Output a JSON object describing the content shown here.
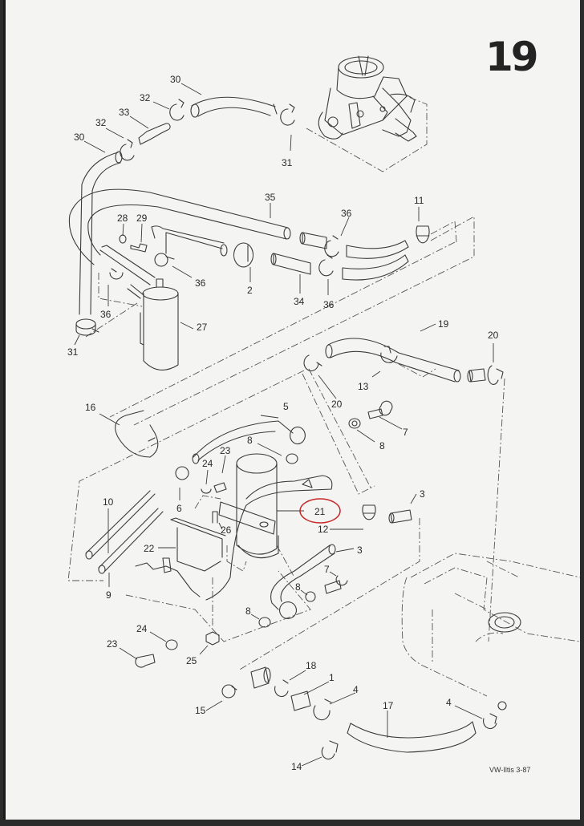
{
  "sheet": {
    "number": "19",
    "footer_code": "VW-Iltis 3-87",
    "highlight_color": "#c62828",
    "highlighted_callout": "21"
  },
  "callouts": [
    {
      "id": "c30a",
      "label": "30"
    },
    {
      "id": "c32a",
      "label": "32"
    },
    {
      "id": "c33",
      "label": "33"
    },
    {
      "id": "c32b",
      "label": "32"
    },
    {
      "id": "c30b",
      "label": "30"
    },
    {
      "id": "c31a",
      "label": "31"
    },
    {
      "id": "c35",
      "label": "35"
    },
    {
      "id": "c11",
      "label": "11"
    },
    {
      "id": "c28",
      "label": "28"
    },
    {
      "id": "c29",
      "label": "29"
    },
    {
      "id": "c36a",
      "label": "36"
    },
    {
      "id": "c36b",
      "label": "36"
    },
    {
      "id": "c36c",
      "label": "36"
    },
    {
      "id": "c36d",
      "label": "36"
    },
    {
      "id": "c2",
      "label": "2"
    },
    {
      "id": "c34",
      "label": "34"
    },
    {
      "id": "c27",
      "label": "27"
    },
    {
      "id": "c31b",
      "label": "31"
    },
    {
      "id": "c19",
      "label": "19"
    },
    {
      "id": "c20a",
      "label": "20"
    },
    {
      "id": "c20b",
      "label": "20"
    },
    {
      "id": "c13",
      "label": "13"
    },
    {
      "id": "c7a",
      "label": "7"
    },
    {
      "id": "c8a",
      "label": "8"
    },
    {
      "id": "c16",
      "label": "16"
    },
    {
      "id": "c5",
      "label": "5"
    },
    {
      "id": "c8b",
      "label": "8"
    },
    {
      "id": "c23a",
      "label": "23"
    },
    {
      "id": "c24a",
      "label": "24"
    },
    {
      "id": "c6",
      "label": "6"
    },
    {
      "id": "c10",
      "label": "10"
    },
    {
      "id": "c26",
      "label": "26"
    },
    {
      "id": "c21",
      "label": "21"
    },
    {
      "id": "c3a",
      "label": "3"
    },
    {
      "id": "c12",
      "label": "12"
    },
    {
      "id": "c3b",
      "label": "3"
    },
    {
      "id": "c22",
      "label": "22"
    },
    {
      "id": "c9",
      "label": "9"
    },
    {
      "id": "c7b",
      "label": "7"
    },
    {
      "id": "c8c",
      "label": "8"
    },
    {
      "id": "c8d",
      "label": "8"
    },
    {
      "id": "c24b",
      "label": "24"
    },
    {
      "id": "c23b",
      "label": "23"
    },
    {
      "id": "c25",
      "label": "25"
    },
    {
      "id": "c18",
      "label": "18"
    },
    {
      "id": "c1",
      "label": "1"
    },
    {
      "id": "c4a",
      "label": "4"
    },
    {
      "id": "c15",
      "label": "15"
    },
    {
      "id": "c17",
      "label": "17"
    },
    {
      "id": "c4b",
      "label": "4"
    },
    {
      "id": "c14",
      "label": "14"
    }
  ]
}
